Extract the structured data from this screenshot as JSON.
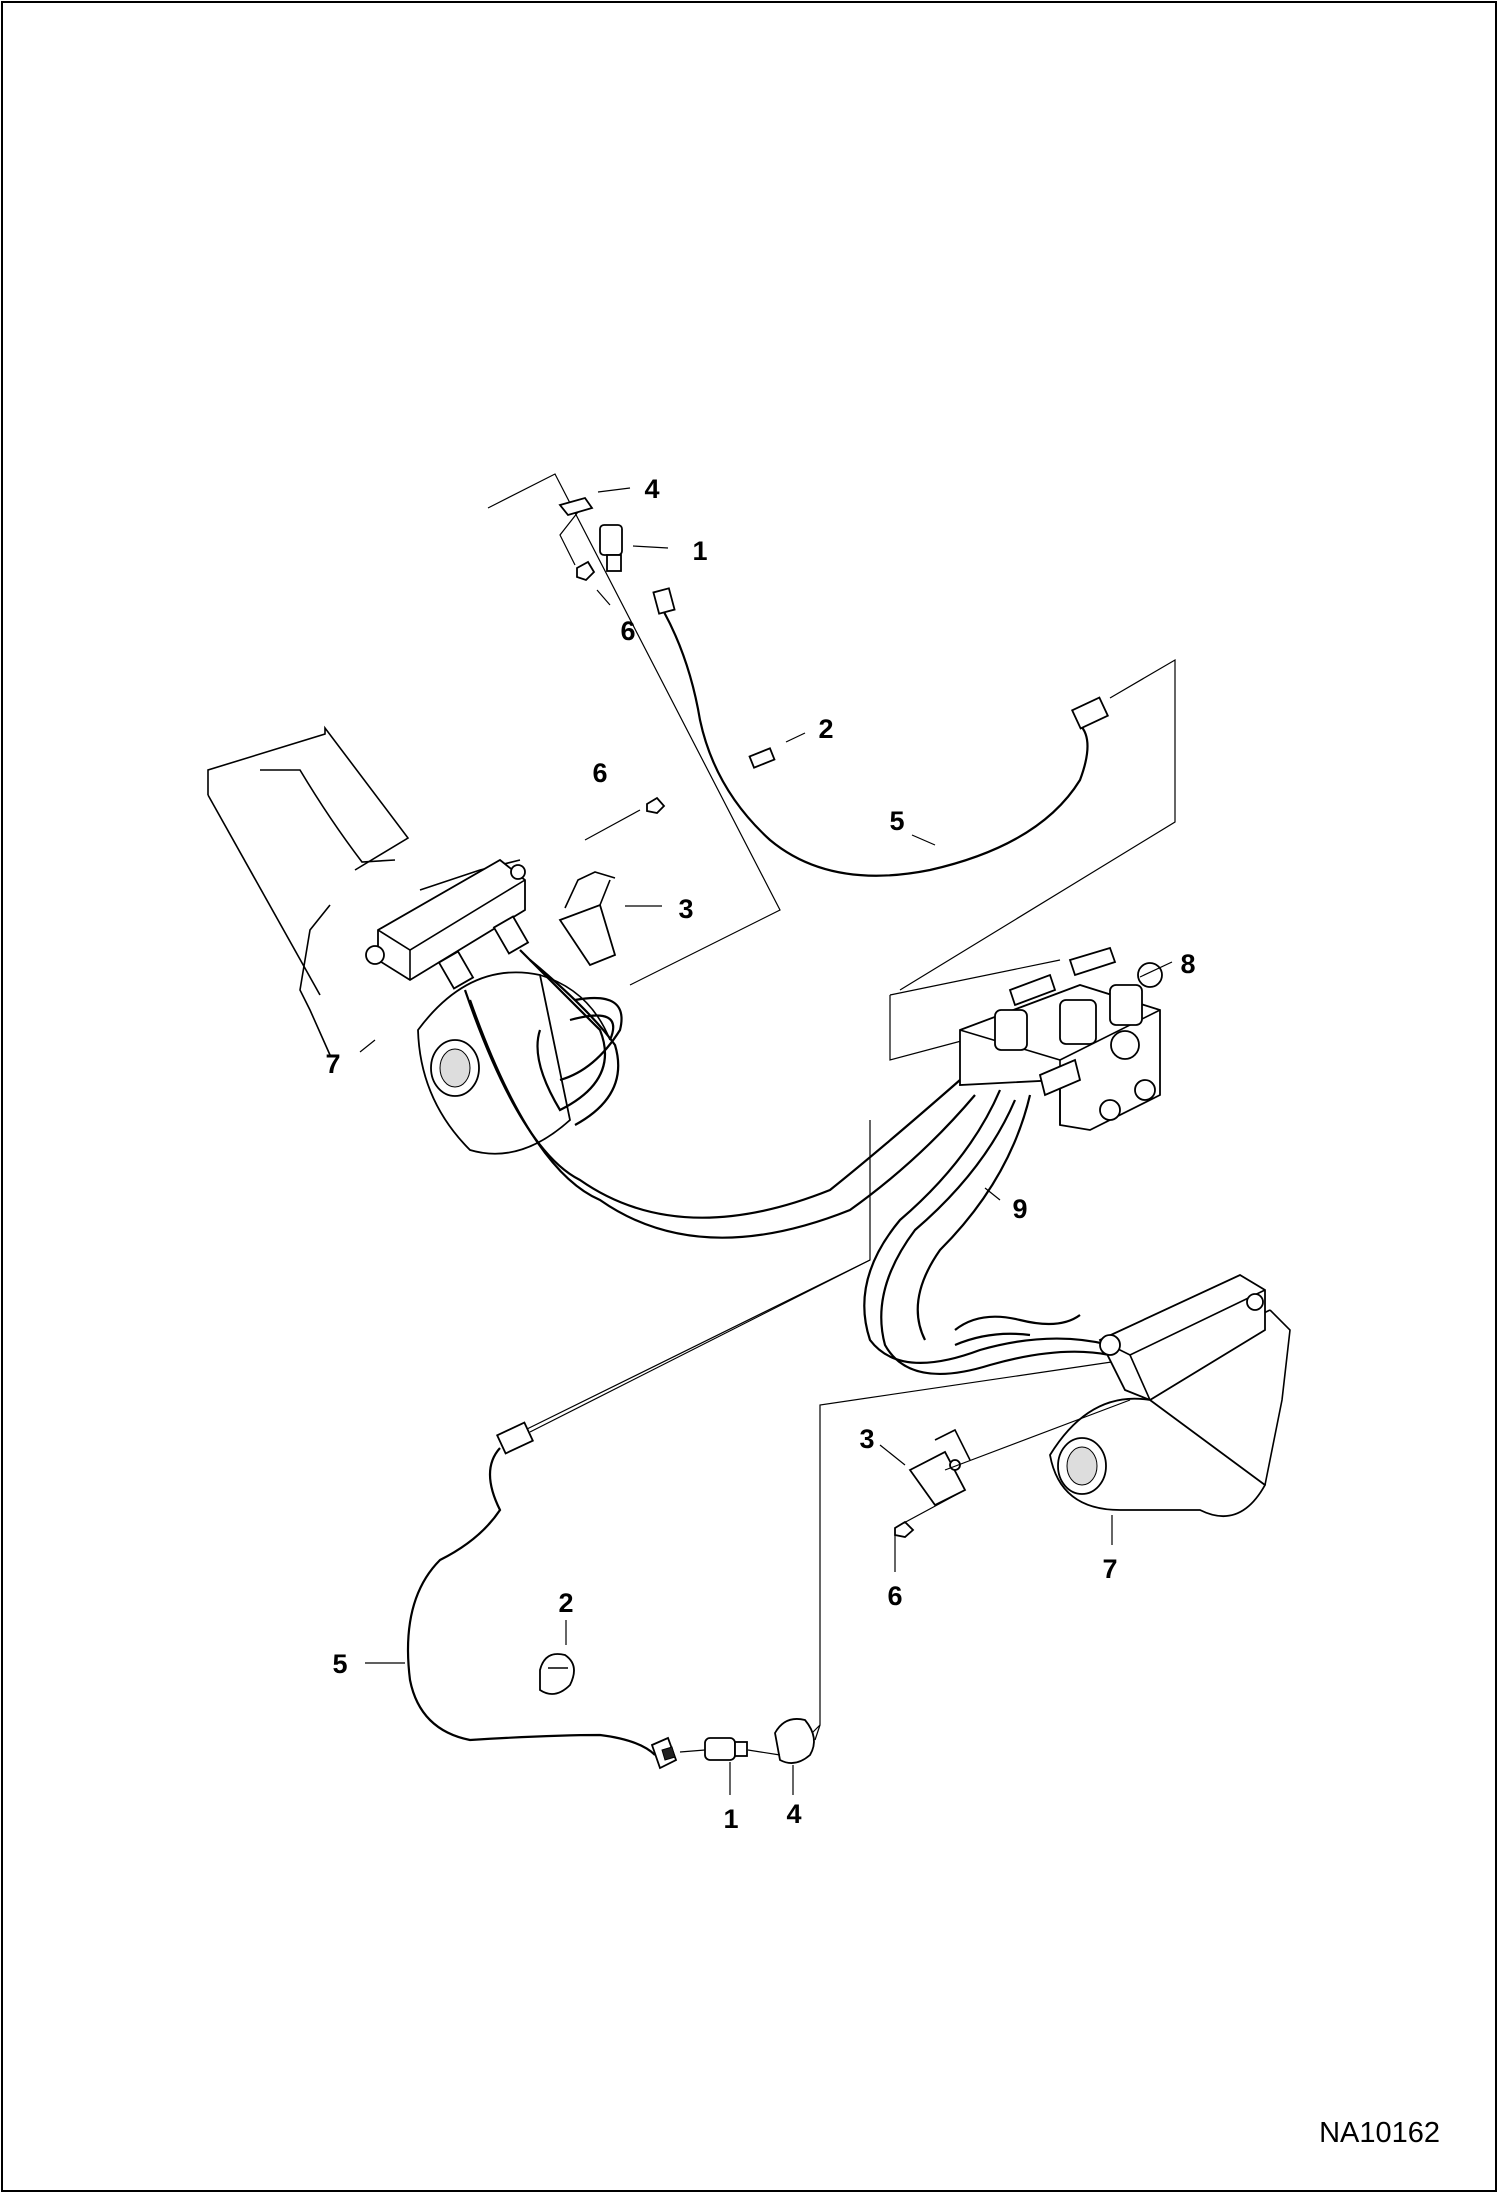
{
  "figure_id": "NA10162",
  "callouts": [
    {
      "id": "c4-top",
      "label": "4"
    },
    {
      "id": "c1-top",
      "label": "1"
    },
    {
      "id": "c6-top",
      "label": "6"
    },
    {
      "id": "c2-top",
      "label": "2"
    },
    {
      "id": "c6-mid",
      "label": "6"
    },
    {
      "id": "c5-top",
      "label": "5"
    },
    {
      "id": "c3-top",
      "label": "3"
    },
    {
      "id": "c8",
      "label": "8"
    },
    {
      "id": "c7-left",
      "label": "7"
    },
    {
      "id": "c9",
      "label": "9"
    },
    {
      "id": "c3-bottom",
      "label": "3"
    },
    {
      "id": "c6-bottom",
      "label": "6"
    },
    {
      "id": "c7-right",
      "label": "7"
    },
    {
      "id": "c2-bottom",
      "label": "2"
    },
    {
      "id": "c5-bottom",
      "label": "5"
    },
    {
      "id": "c1-bottom",
      "label": "1"
    },
    {
      "id": "c4-bottom",
      "label": "4"
    }
  ]
}
